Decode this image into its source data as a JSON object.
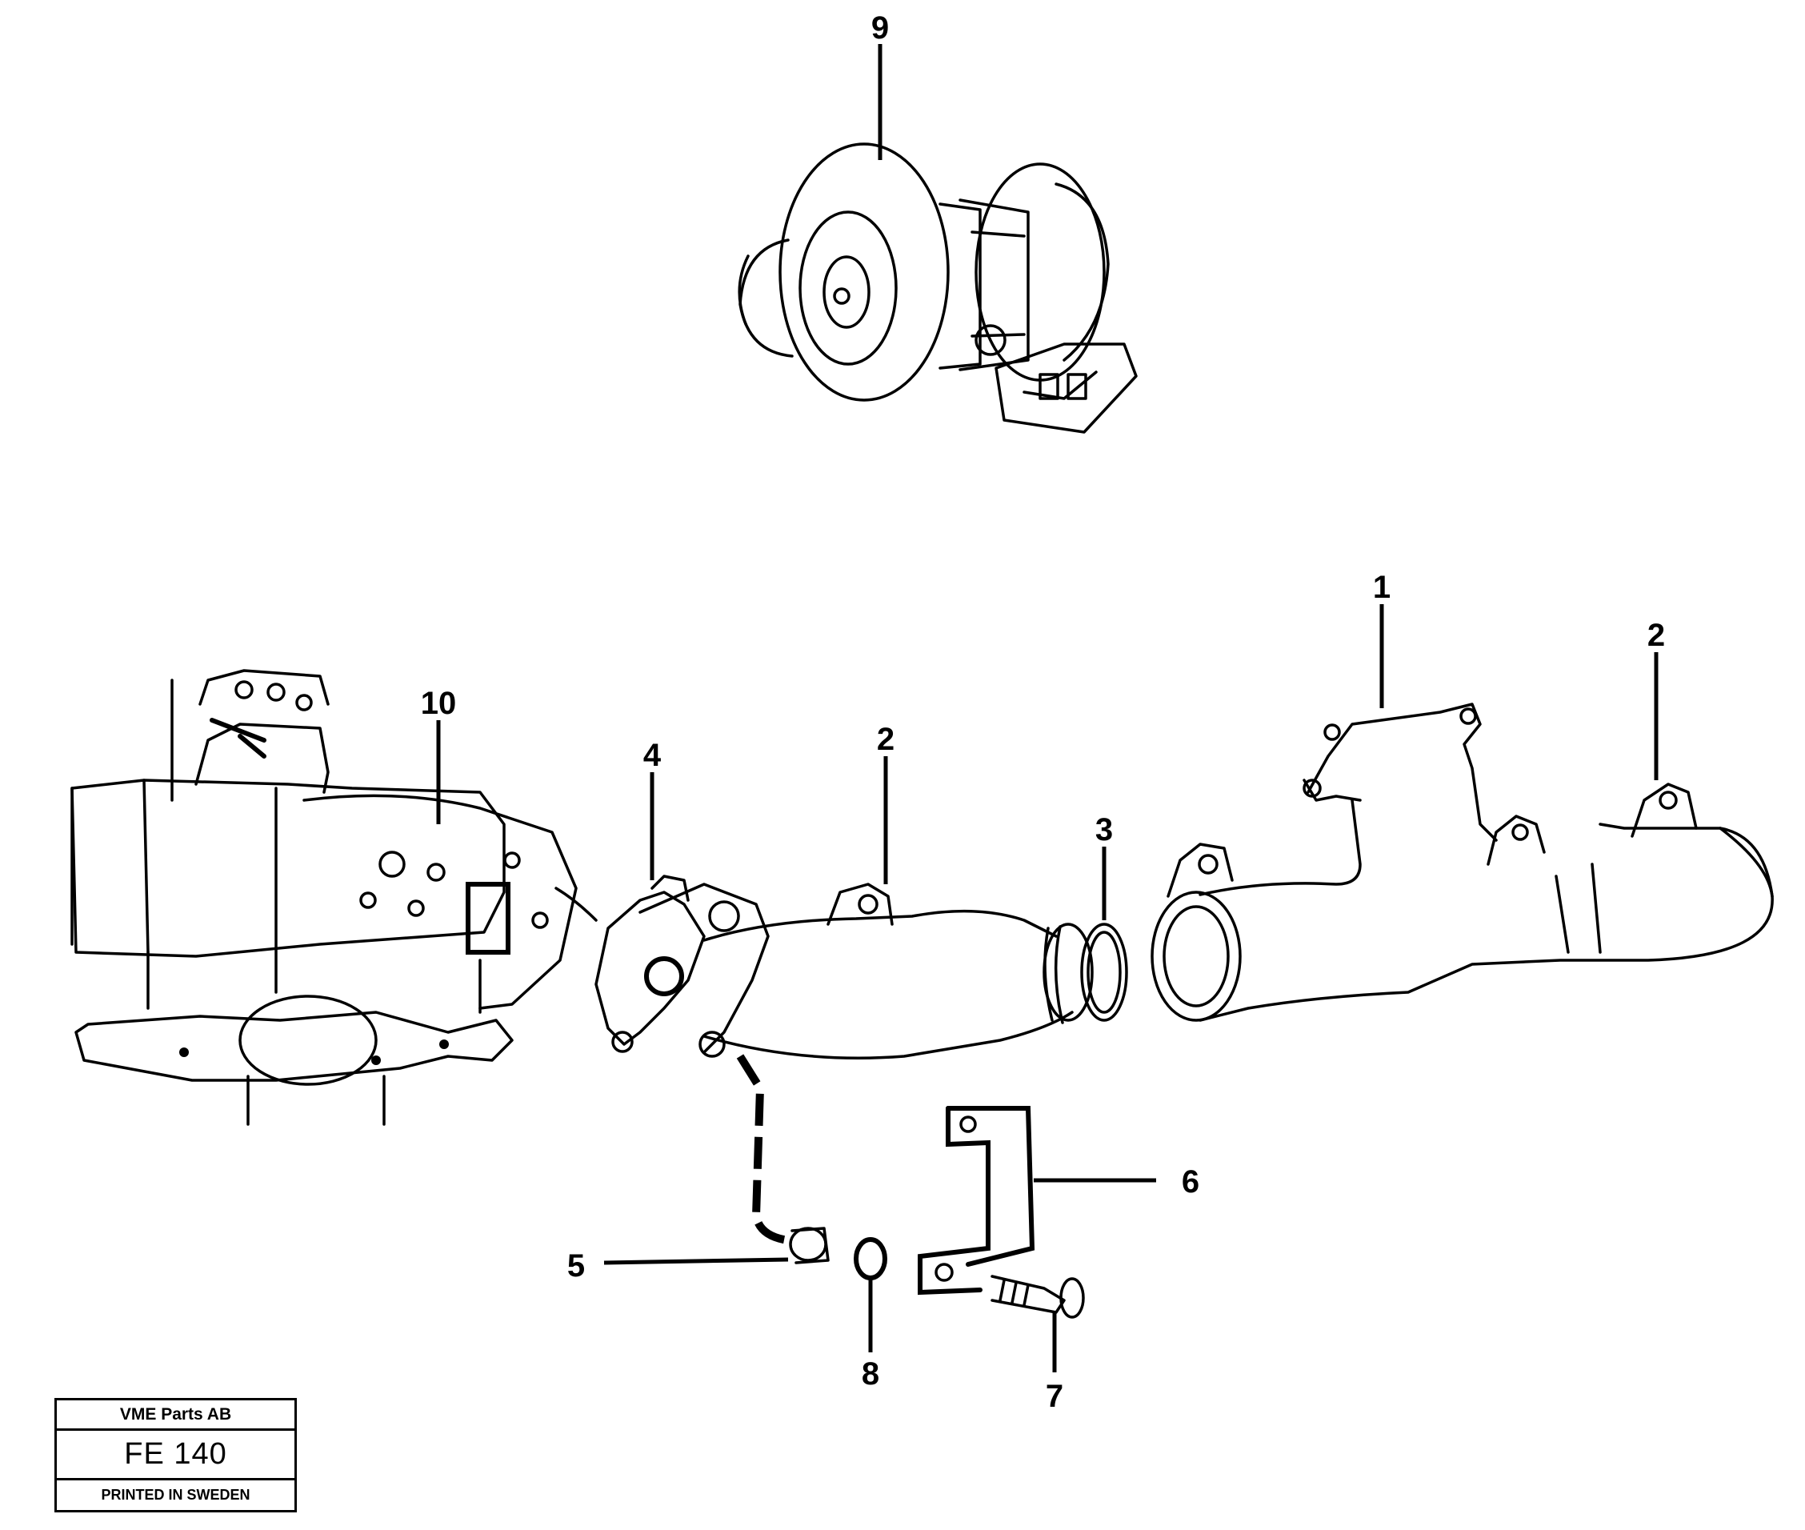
{
  "callouts": {
    "c1": "1",
    "c2a": "2",
    "c2b": "2",
    "c3": "3",
    "c4": "4",
    "c5": "5",
    "c6": "6",
    "c7": "7",
    "c8": "8",
    "c9": "9",
    "c10": "10"
  },
  "title_block": {
    "company": "VME Parts AB",
    "code": "FE 140",
    "printed": "PRINTED IN SWEDEN"
  }
}
